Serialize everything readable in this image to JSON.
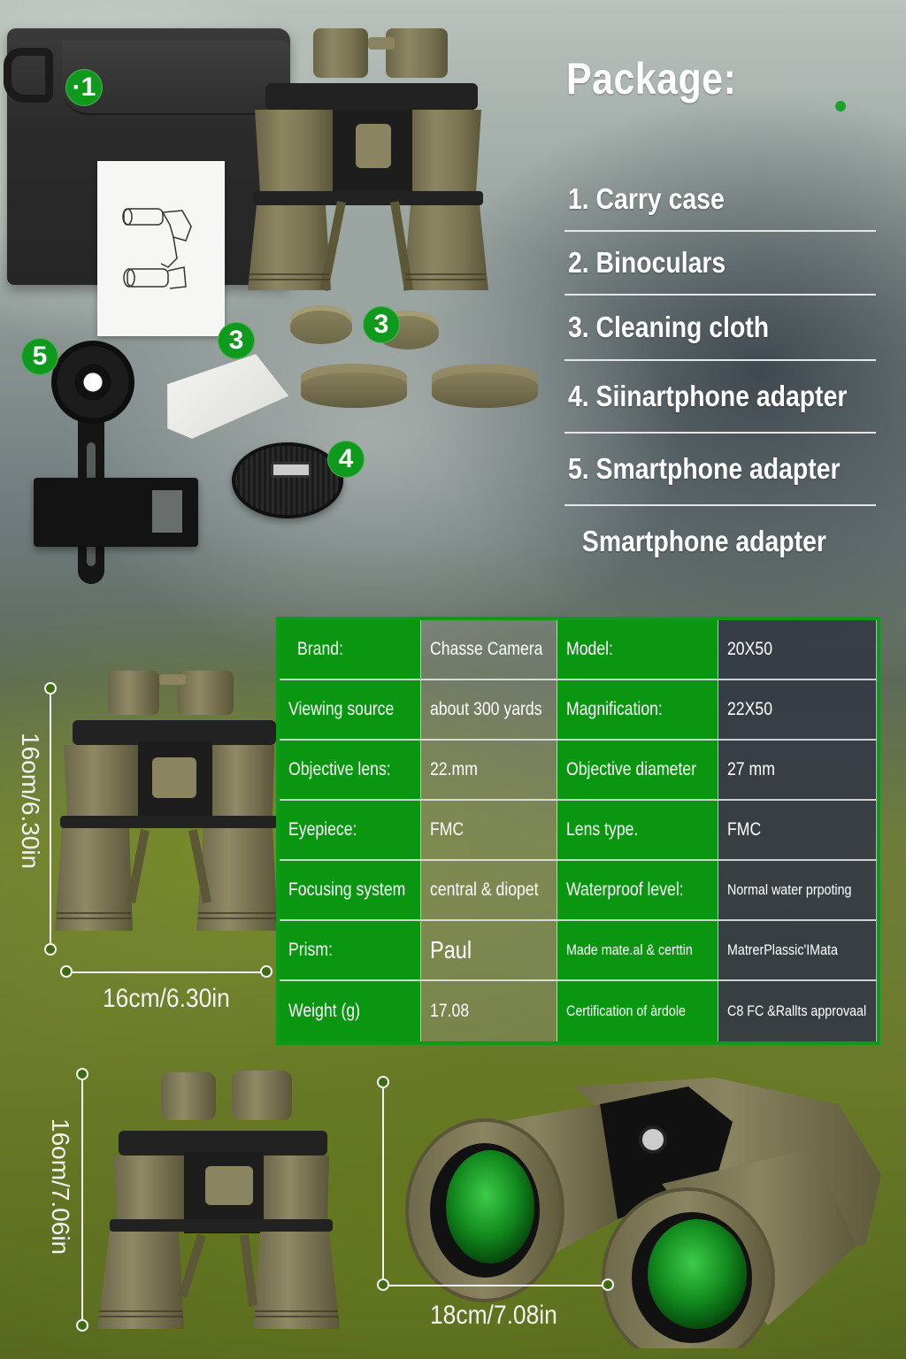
{
  "package": {
    "title": "Package:",
    "items": [
      {
        "label": "1. Carry case"
      },
      {
        "label": "2. Binoculars"
      },
      {
        "label": "3. Cleaning cloth"
      },
      {
        "label": "4. Siinartphone adapter"
      },
      {
        "label": "5. Smartphone adapter"
      },
      {
        "label": "Smartphone adapter"
      }
    ],
    "accent_color": "#0f9a1d"
  },
  "photo_badges": [
    {
      "number": "·1",
      "item": "carry case"
    },
    {
      "number": "3",
      "item": "eyepiece caps"
    },
    {
      "number": "3",
      "item": "cleaning cloth"
    },
    {
      "number": "4",
      "item": "neck strap"
    },
    {
      "number": "5",
      "item": "smartphone adapter"
    }
  ],
  "specs": {
    "rows": [
      {
        "k1": "Brand:",
        "v1": "Chasse Camera",
        "k2": "Model:",
        "v2": "20X50"
      },
      {
        "k1": "Viewing source",
        "v1": "about 300 yards",
        "k2": "Magnification:",
        "v2": "22X50"
      },
      {
        "k1": "Objective lens:",
        "v1": "22.mm",
        "k2": "Objective diameter",
        "v2": "27 mm"
      },
      {
        "k1": "Eyepiece:",
        "v1": "FMC",
        "k2": "Lens type.",
        "v2": "FMC"
      },
      {
        "k1": "Focusing system",
        "v1": "central & diopet",
        "k2": "Waterproof level:",
        "v2": "Normal water prpoting"
      },
      {
        "k1": "Prism:",
        "v1": "Paul",
        "k2": "Made mate.al & certtin",
        "v2": "MatrerPlassic'IMata"
      },
      {
        "k1": "Weight (g)",
        "v1": "17.08",
        "k2": "Certification of àrdole",
        "v2": "C8 FC &Rallts approvaal"
      }
    ],
    "border_color": "#0d9a19",
    "key_bg": "#0b9612"
  },
  "dimensions": {
    "mid_height": "16om/6.30in",
    "mid_width": "16cm/6.30in",
    "bottom_height": "16om/7.06in",
    "front_width": "18cm/7.08in"
  }
}
